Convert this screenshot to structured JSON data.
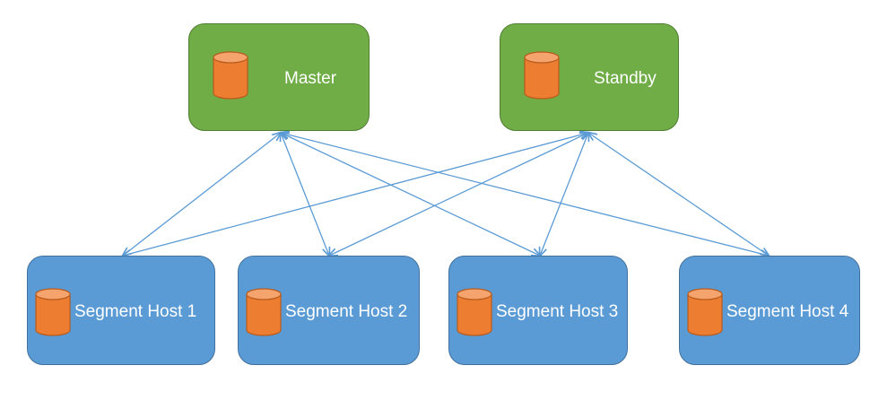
{
  "colors": {
    "green_box": "#70ad47",
    "blue_box": "#5b9bd5",
    "cylinder": "#ed7d31",
    "arrow": "#5b9bd5"
  },
  "nodes": {
    "master": {
      "label": "Master",
      "icon": "database-icon"
    },
    "standby": {
      "label": "Standby",
      "icon": "database-icon"
    },
    "segments": [
      {
        "label": "Segment Host 1",
        "icon": "database-icon"
      },
      {
        "label": "Segment Host 2",
        "icon": "database-icon"
      },
      {
        "label": "Segment Host 3",
        "icon": "database-icon"
      },
      {
        "label": "Segment Host 4",
        "icon": "database-icon"
      }
    ]
  },
  "connections": [
    {
      "from": "master",
      "to": "segment-1",
      "bidirectional": true
    },
    {
      "from": "master",
      "to": "segment-2",
      "bidirectional": true
    },
    {
      "from": "master",
      "to": "segment-3",
      "bidirectional": true
    },
    {
      "from": "master",
      "to": "segment-4",
      "bidirectional": true
    },
    {
      "from": "standby",
      "to": "segment-1",
      "bidirectional": true
    },
    {
      "from": "standby",
      "to": "segment-2",
      "bidirectional": true
    },
    {
      "from": "standby",
      "to": "segment-3",
      "bidirectional": true
    },
    {
      "from": "standby",
      "to": "segment-4",
      "bidirectional": true
    }
  ]
}
